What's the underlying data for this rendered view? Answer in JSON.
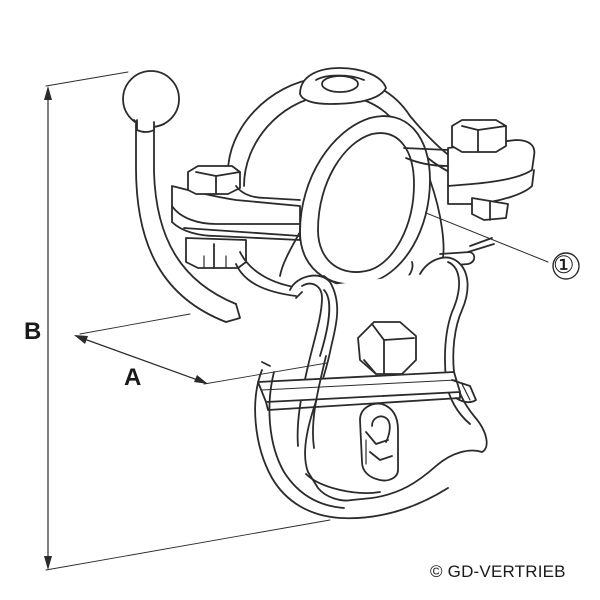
{
  "labels": {
    "dimension_b": "B",
    "dimension_a": "A",
    "callout_1": "①"
  },
  "copyright": "© GD-VERTRIEB",
  "colors": {
    "line": "#2b2b2b",
    "fill": "#ffffff",
    "background": "#ffffff"
  }
}
